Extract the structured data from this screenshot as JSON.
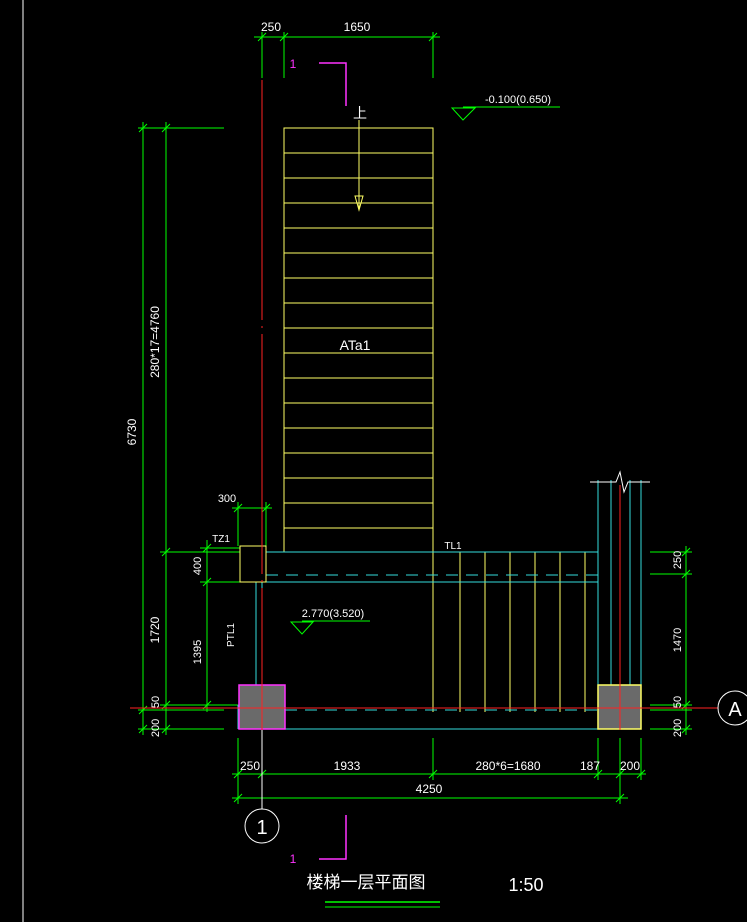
{
  "colors": {
    "background": "#000000",
    "dimension": "#00ff00",
    "stair": "#ffff66",
    "axis": "#ff2222",
    "beam": "#33dddd",
    "column_fill": "#6a6a6a",
    "column_edge_magenta": "#ff33ff",
    "text": "#ffffff"
  },
  "dims_top": {
    "d1": "250",
    "d2": "1650"
  },
  "dims_left": {
    "total": "6730",
    "flight": "280*17=4760",
    "landing": "1720",
    "d50": "50",
    "d200": "200"
  },
  "dims_inner_left": {
    "d400": "400",
    "d1395": "1395",
    "d300": "300"
  },
  "dims_right": {
    "d250": "250",
    "d1470": "1470",
    "d50": "50",
    "d200": "200"
  },
  "dims_bottom": {
    "d250": "250",
    "d1933": "1933",
    "treads": "280*6=1680",
    "d187": "187",
    "d200": "200",
    "total": "4250"
  },
  "labels": {
    "stair_name": "ATa1",
    "up_marker": "上",
    "elev_top": "-0.100(0.650)",
    "elev_landing": "2.770(3.520)",
    "tz": "TZ1",
    "tl": "TL1",
    "ptl": "PTL1",
    "section_mark": "1",
    "axis_a": "A",
    "axis_1": "1",
    "title": "楼梯一层平面图",
    "scale": "1:50"
  }
}
